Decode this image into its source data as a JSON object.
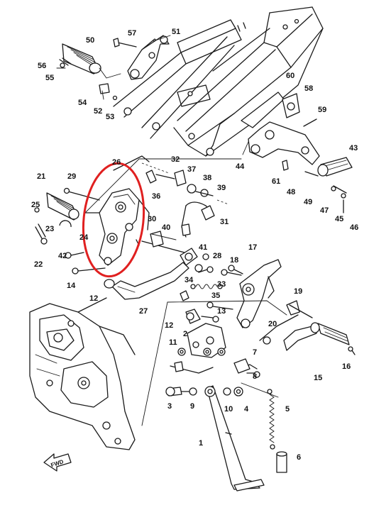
{
  "diagram": {
    "highlight_color": "#e02020",
    "line_color": "#1a1a1a",
    "fwd_label": "FWD",
    "callouts": [
      {
        "id": "50",
        "text": "50"
      },
      {
        "id": "57",
        "text": "57"
      },
      {
        "id": "51",
        "text": "51"
      },
      {
        "id": "56",
        "text": "56"
      },
      {
        "id": "55",
        "text": "55"
      },
      {
        "id": "54",
        "text": "54"
      },
      {
        "id": "52",
        "text": "52"
      },
      {
        "id": "53",
        "text": "53"
      },
      {
        "id": "60",
        "text": "60"
      },
      {
        "id": "58",
        "text": "58"
      },
      {
        "id": "59",
        "text": "59"
      },
      {
        "id": "26",
        "text": "26"
      },
      {
        "id": "32",
        "text": "32"
      },
      {
        "id": "37",
        "text": "37"
      },
      {
        "id": "38",
        "text": "38"
      },
      {
        "id": "36",
        "text": "36"
      },
      {
        "id": "39",
        "text": "39"
      },
      {
        "id": "44",
        "text": "44"
      },
      {
        "id": "43",
        "text": "43"
      },
      {
        "id": "61",
        "text": "61"
      },
      {
        "id": "48",
        "text": "48"
      },
      {
        "id": "49",
        "text": "49"
      },
      {
        "id": "47",
        "text": "47"
      },
      {
        "id": "45",
        "text": "45"
      },
      {
        "id": "46",
        "text": "46"
      },
      {
        "id": "21",
        "text": "21"
      },
      {
        "id": "29",
        "text": "29"
      },
      {
        "id": "25",
        "text": "25"
      },
      {
        "id": "23",
        "text": "23"
      },
      {
        "id": "24",
        "text": "24"
      },
      {
        "id": "22",
        "text": "22"
      },
      {
        "id": "42",
        "text": "42"
      },
      {
        "id": "14",
        "text": "14"
      },
      {
        "id": "12a",
        "text": "12"
      },
      {
        "id": "27",
        "text": "27"
      },
      {
        "id": "30",
        "text": "30"
      },
      {
        "id": "40",
        "text": "40"
      },
      {
        "id": "31",
        "text": "31"
      },
      {
        "id": "41",
        "text": "41"
      },
      {
        "id": "28",
        "text": "28"
      },
      {
        "id": "18",
        "text": "18"
      },
      {
        "id": "17",
        "text": "17"
      },
      {
        "id": "34",
        "text": "34"
      },
      {
        "id": "33",
        "text": "33"
      },
      {
        "id": "35",
        "text": "35"
      },
      {
        "id": "13",
        "text": "13"
      },
      {
        "id": "19",
        "text": "19"
      },
      {
        "id": "12b",
        "text": "12"
      },
      {
        "id": "2",
        "text": "2"
      },
      {
        "id": "11",
        "text": "11"
      },
      {
        "id": "20",
        "text": "20"
      },
      {
        "id": "7",
        "text": "7"
      },
      {
        "id": "8",
        "text": "8"
      },
      {
        "id": "15",
        "text": "15"
      },
      {
        "id": "16",
        "text": "16"
      },
      {
        "id": "3",
        "text": "3"
      },
      {
        "id": "9",
        "text": "9"
      },
      {
        "id": "10",
        "text": "10"
      },
      {
        "id": "4",
        "text": "4"
      },
      {
        "id": "5",
        "text": "5"
      },
      {
        "id": "1",
        "text": "1"
      },
      {
        "id": "6",
        "text": "6"
      }
    ]
  }
}
